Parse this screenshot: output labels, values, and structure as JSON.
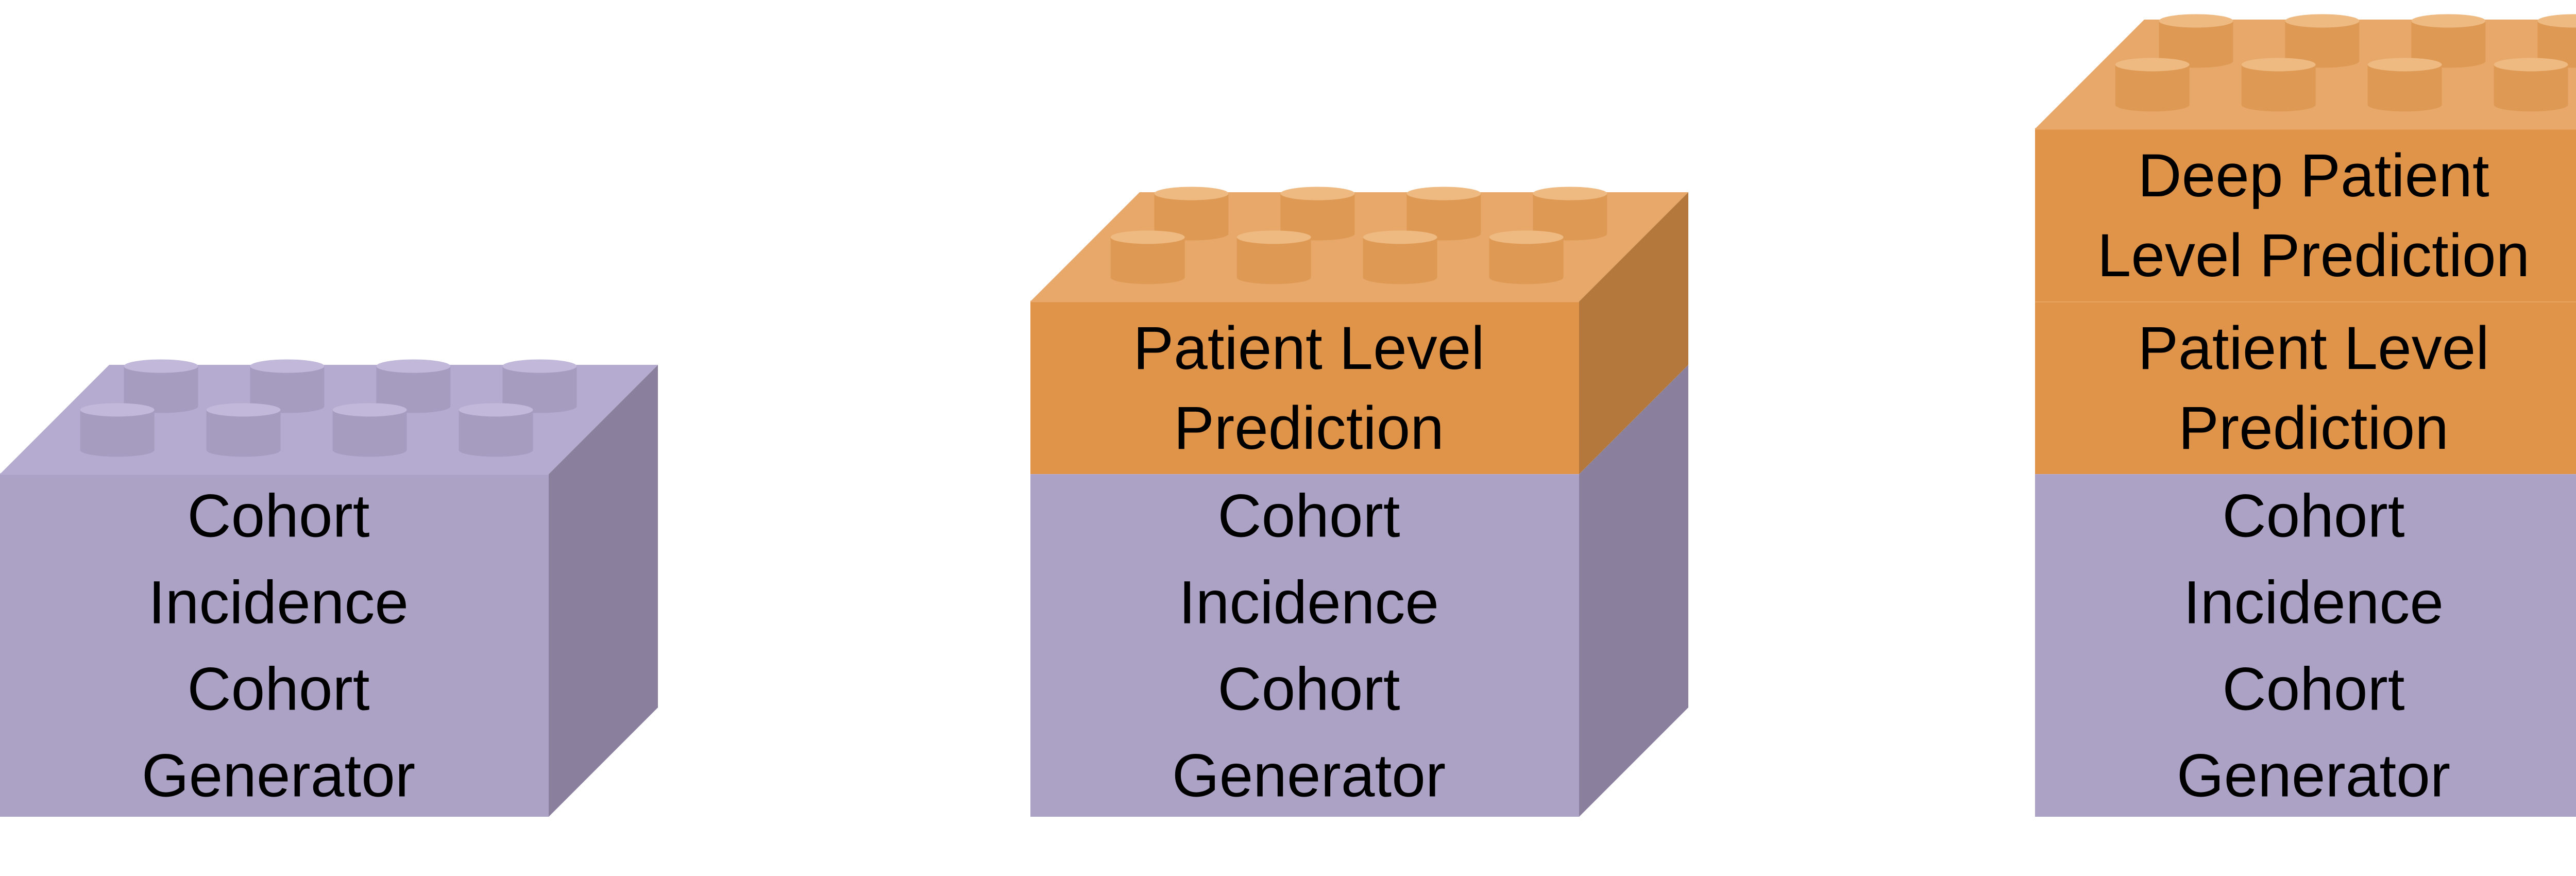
{
  "colors": {
    "purple_front": "#ACA2C6",
    "purple_top": "#B5AAD0",
    "purple_side": "#8A809E",
    "purple_stud_top": "#C2B8DA",
    "purple_stud_side": "#A69CC0",
    "orange_front": "#E0944A",
    "orange_top": "#E7A86A",
    "orange_side": "#B4783C",
    "orange_stud_top": "#EEBA82",
    "orange_stud_side": "#DE9A55"
  },
  "stacks": [
    {
      "blocks": [
        {
          "color": "purple",
          "lines": [
            "Cohort",
            "Incidence",
            "Cohort",
            "Generator"
          ]
        }
      ]
    },
    {
      "blocks": [
        {
          "color": "purple",
          "lines": [
            "Cohort",
            "Incidence",
            "Cohort",
            "Generator"
          ]
        },
        {
          "color": "orange",
          "lines": [
            "Patient Level",
            "Prediction"
          ]
        }
      ]
    },
    {
      "blocks": [
        {
          "color": "purple",
          "lines": [
            "Cohort",
            "Incidence",
            "Cohort",
            "Generator"
          ]
        },
        {
          "color": "orange",
          "lines": [
            "Patient Level",
            "Prediction"
          ]
        },
        {
          "color": "orange",
          "lines": [
            "Deep Patient",
            "Level Prediction"
          ]
        }
      ]
    }
  ]
}
